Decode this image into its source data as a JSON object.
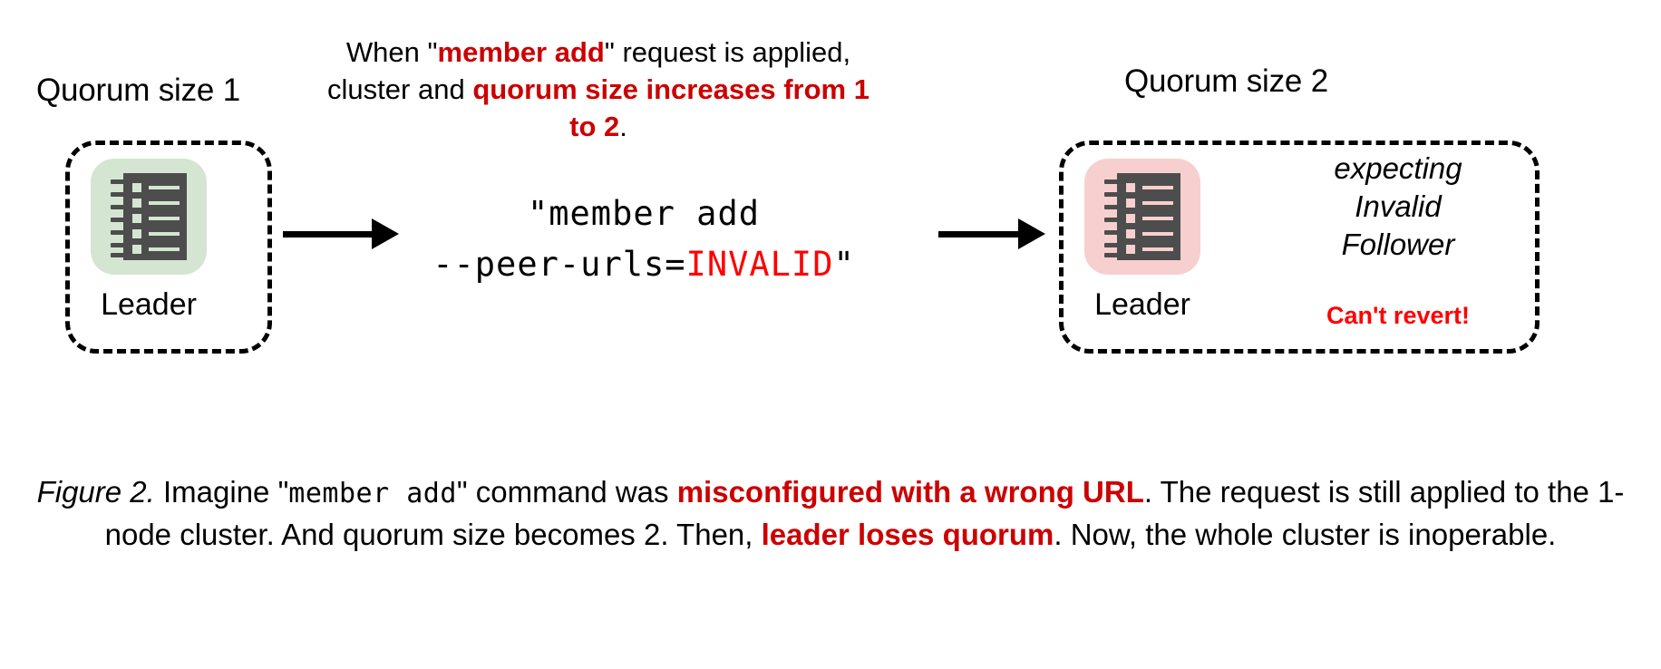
{
  "figure": {
    "background": "#ffffff",
    "accent_dark_red": "#cc0000",
    "accent_bright_red": "#ff0000",
    "tile_green": "#d4e6d2",
    "tile_pink": "#f7cfcf",
    "icon_gray": "#4d4d4d"
  },
  "left_cluster": {
    "title": "Quorum size 1",
    "node_label": "Leader",
    "icon": "server-ledger-icon"
  },
  "right_cluster": {
    "title": "Quorum size 2",
    "node_label": "Leader",
    "icon": "server-ledger-icon",
    "status_line_1": "expecting",
    "status_line_2": "Invalid",
    "status_line_3": "Follower",
    "warning": "Can't revert!"
  },
  "top_note": {
    "line_1_a": "When \"",
    "line_1_b": "member add",
    "line_1_c": "\" request is applied,",
    "line_2_a": "cluster and ",
    "line_2_b": "quorum size increases",
    "line_3_b": "from 1 to 2",
    "line_3_c": "."
  },
  "command": {
    "line_1": "\"member add",
    "line_2_prefix": "--peer-urls=",
    "line_2_invalid": "INVALID",
    "line_2_suffix": "\""
  },
  "caption": {
    "figure_number": "Figure 2.",
    "t1": " Imagine \"",
    "mono1": "member add",
    "t2": "\" command was ",
    "red1": "misconfigured with a wrong URL",
    "t3": ". The request is still applied to the 1-node cluster. And quorum size becomes 2. Then, ",
    "red2": "leader loses quorum",
    "t4": ". Now, the whole cluster is inoperable."
  },
  "arrows": {
    "arrow_1": "arrow-right",
    "arrow_2": "arrow-right"
  }
}
